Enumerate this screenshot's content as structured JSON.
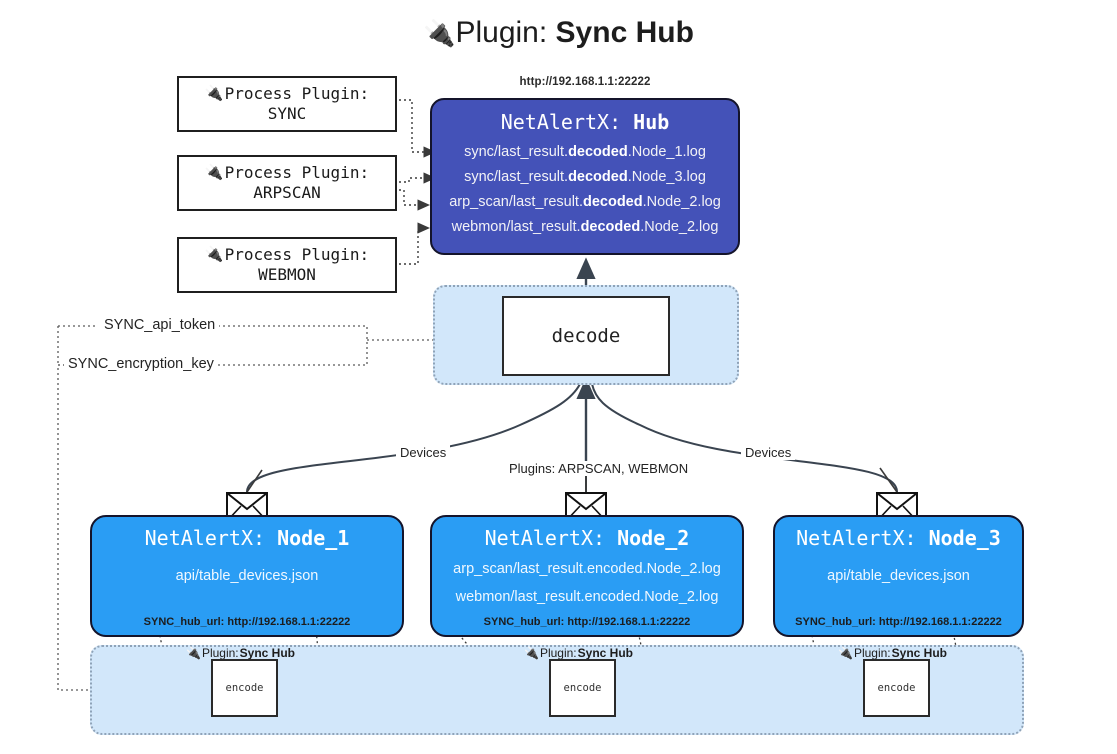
{
  "title": {
    "icon": "plug-icon",
    "prefix": "Plugin: ",
    "name": "Sync Hub"
  },
  "process_plugins": {
    "icon": "plug-icon",
    "heading": "Process Plugin:",
    "items": [
      {
        "label": "SYNC"
      },
      {
        "label": "ARPSCAN"
      },
      {
        "label": "WEBMON"
      }
    ]
  },
  "hub": {
    "url": "http://192.168.1.1:22222",
    "title_prefix": "NetAlertX: ",
    "title_name": "Hub",
    "lines": [
      {
        "pre": "sync/last_result.",
        "strong": "decoded",
        "post": ".Node_1.log"
      },
      {
        "pre": "sync/last_result.",
        "strong": "decoded",
        "post": ".Node_3.log"
      },
      {
        "pre": "arp_scan/last_result.",
        "strong": "decoded",
        "post": ".Node_2.log"
      },
      {
        "pre": "webmon/last_result.",
        "strong": "decoded",
        "post": ".Node_2.log"
      }
    ],
    "color": "#4452b8"
  },
  "decode": {
    "label": "decode",
    "container_color": "#d2e7fa"
  },
  "secrets": [
    {
      "label": "SYNC_api_token"
    },
    {
      "label": "SYNC_encryption_key"
    }
  ],
  "flow_labels": {
    "devices_left": "Devices",
    "devices_right": "Devices",
    "plugins_center": "Plugins: ARPSCAN, WEBMON"
  },
  "nodes": [
    {
      "title_prefix": "NetAlertX: ",
      "title_name": "Node_1",
      "lines": [
        "api/table_devices.json"
      ],
      "footer": "SYNC_hub_url: http://192.168.1.1:22222",
      "color": "#2a9df4",
      "icon": "envelope-icon"
    },
    {
      "title_prefix": "NetAlertX: ",
      "title_name": "Node_2",
      "lines": [
        "arp_scan/last_result.encoded.Node_2.log",
        "webmon/last_result.encoded.Node_2.log"
      ],
      "footer": "SYNC_hub_url: http://192.168.1.1:22222",
      "color": "#2a9df4",
      "icon": "envelope-icon"
    },
    {
      "title_prefix": "NetAlertX: ",
      "title_name": "Node_3",
      "lines": [
        "api/table_devices.json"
      ],
      "footer": "SYNC_hub_url: http://192.168.1.1:22222",
      "color": "#2a9df4",
      "icon": "envelope-icon"
    }
  ],
  "encode_sections": [
    {
      "caption_prefix": "Plugin: ",
      "caption_name": "Sync Hub",
      "label": "encode",
      "icon": "plug-icon"
    },
    {
      "caption_prefix": "Plugin: ",
      "caption_name": "Sync Hub",
      "label": "encode",
      "icon": "plug-icon"
    },
    {
      "caption_prefix": "Plugin: ",
      "caption_name": "Sync Hub",
      "label": "encode",
      "icon": "plug-icon"
    }
  ]
}
